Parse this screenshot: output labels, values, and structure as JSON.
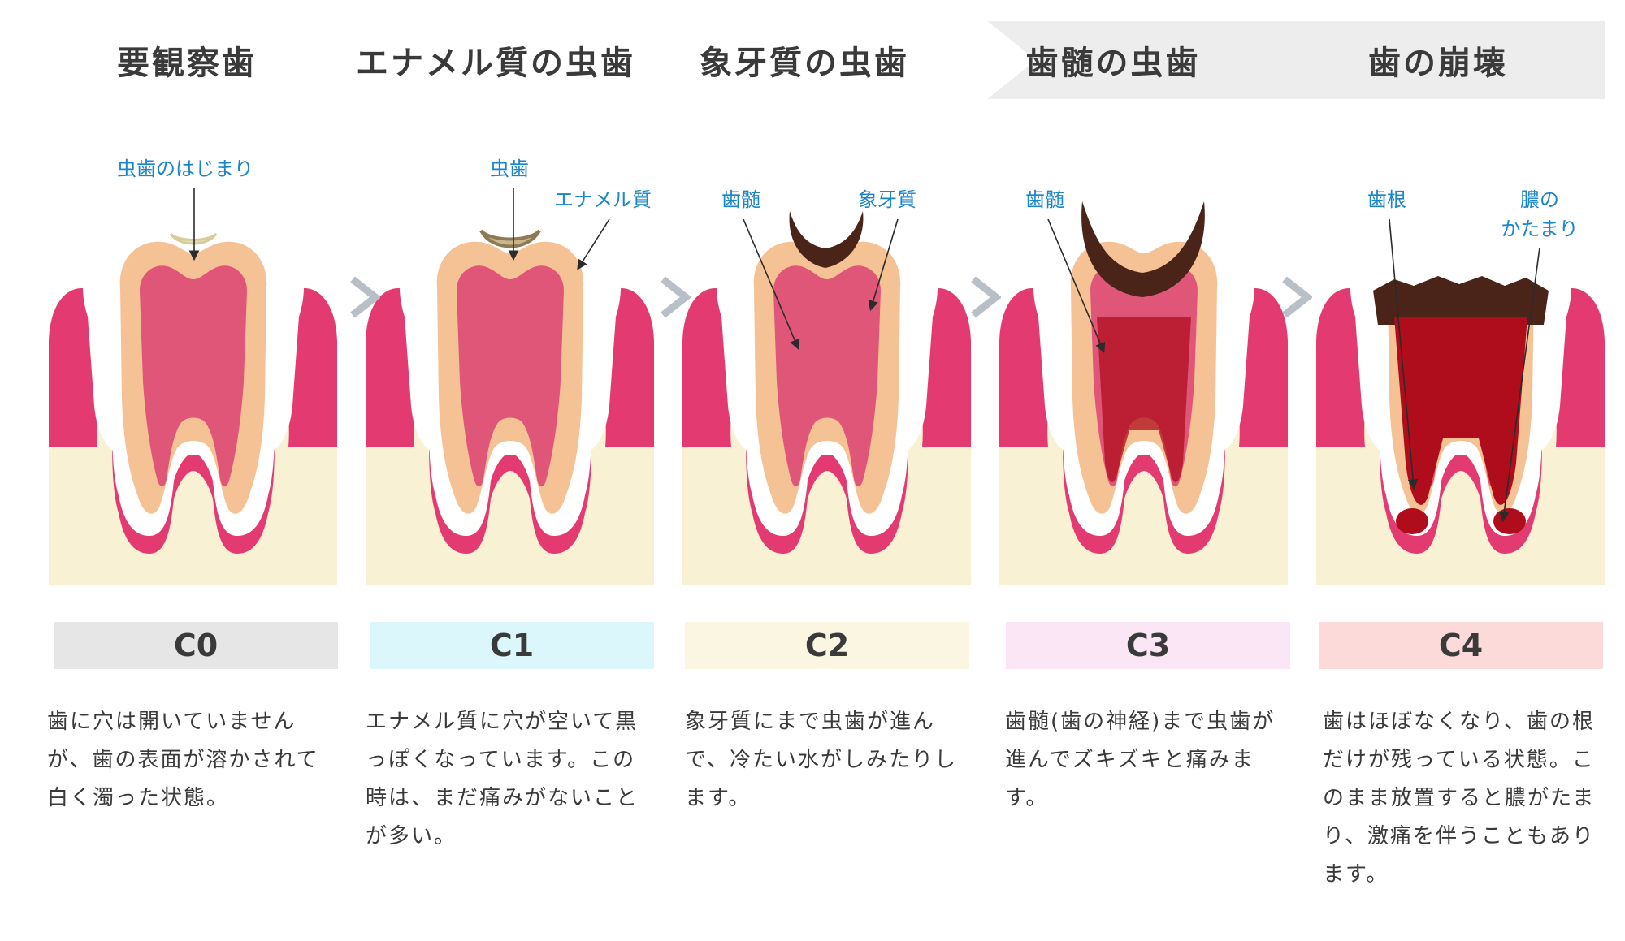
{
  "stages": [
    {
      "title": "要観察歯",
      "code": "C0",
      "color": "#e6e6e6",
      "description": "歯に穴は開いていませんが、歯の表面が溶かされて白く濁った状態。",
      "labels": [
        "虫歯のはじまり"
      ]
    },
    {
      "title": "エナメル質の虫歯",
      "code": "C1",
      "color": "#dcf7fb",
      "description": "エナメル質に穴が空いて黒っぽくなっています。この時は、まだ痛みがないことが多い。",
      "labels": [
        "虫歯",
        "エナメル質"
      ]
    },
    {
      "title": "象牙質の虫歯",
      "code": "C2",
      "color": "#fbf6e2",
      "description": "象牙質にまで虫歯が進んで、冷たい水がしみたりします。",
      "labels": [
        "歯髄",
        "象牙質"
      ]
    },
    {
      "title": "歯髄の虫歯",
      "code": "C3",
      "color": "#fbe6f6",
      "description": "歯髄(歯の神経)まで虫歯が進んでズキズキと痛みます。",
      "labels": [
        "歯髄"
      ]
    },
    {
      "title": "歯の崩壊",
      "code": "C4",
      "color": "#fcdada",
      "description": "歯はほぼなくなり、歯の根だけが残っている状態。このまま放置すると膿がたまり、激痛を伴うこともあります。",
      "labels": [
        "歯根",
        "膿の",
        "かたまり"
      ]
    }
  ],
  "colors": {
    "title_text": "#3a3a3a",
    "label_text": "#1a86c7",
    "gum": "#e43a72",
    "bone": "#f8f1d4",
    "enamel": "#ffffff",
    "dentin": "#f5c296",
    "pulp": "#e05679",
    "decay": "#4a2418",
    "infection": "#b00d1c",
    "chevron": "#b9bfc6",
    "banner": "#ececec"
  }
}
